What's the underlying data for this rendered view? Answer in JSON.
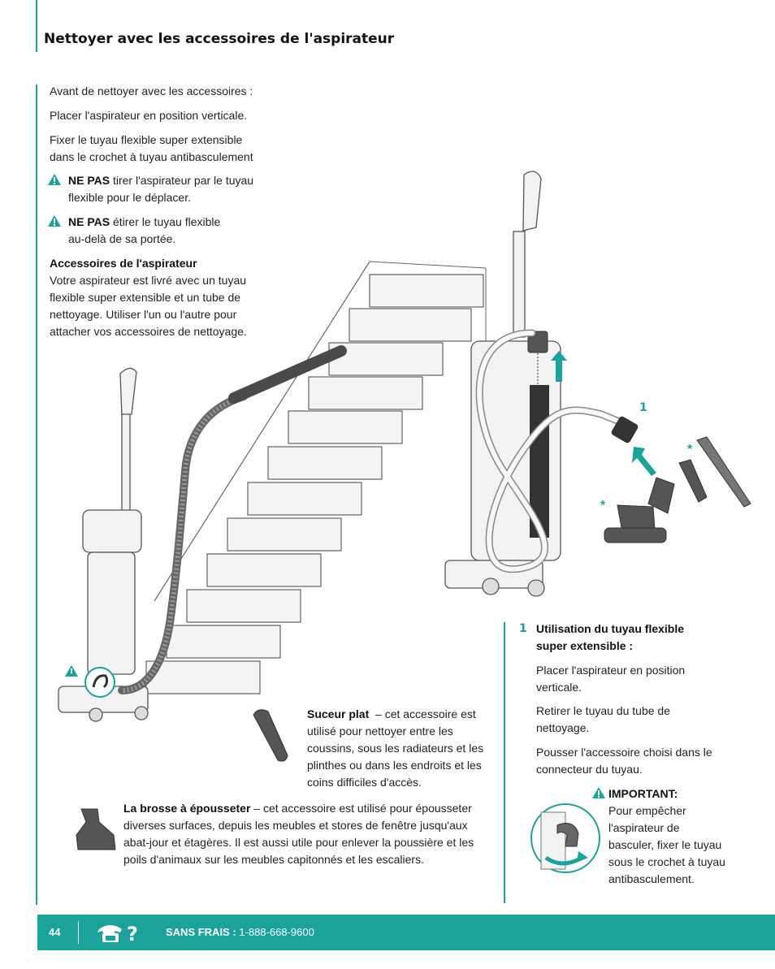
{
  "page": {
    "title": "Nettoyer avec les accessoires de l'aspirateur",
    "intro_1": "Avant de nettoyer avec les accessoires :",
    "intro_2": "Placer l'aspirateur en position verticale.",
    "intro_3_line1": "Fixer le tuyau flexible super extensible",
    "intro_3_line2": "dans le crochet à tuyau antibasculement",
    "warning_1_bold": "NE PAS",
    "warning_1_text": " tirer l'aspirateur par le tuyau",
    "warning_1_line2": "flexible pour le déplacer.",
    "warning_2_bold": "NE PAS",
    "warning_2_text": " étirer le tuyau flexible",
    "warning_2_line2": "au-delà de sa portée.",
    "accessories_heading": "Accessoires de l'aspirateur",
    "accessories_l1": "Votre aspirateur est livré avec un tuyau",
    "accessories_l2": "flexible super extensible et un tube de",
    "accessories_l3": "nettoyage.  Utiliser l'un ou l'autre pour",
    "accessories_l4": "attacher vos accessoires de nettoyage."
  },
  "crevice": {
    "title": "Suceur plat",
    "l1": "– cet accessoire est",
    "l2": "utilisé pour nettoyer entre les",
    "l3": "coussins, sous les radiateurs et les",
    "l4": "plinthes ou dans les endroits et les",
    "l5": "coins difficiles d'accès."
  },
  "dusting": {
    "title": "La brosse à épousseter",
    "l1": "– cet accessoire est utilisé pour épousseter",
    "l2": "diverses surfaces, depuis les meubles et stores de fenêtre jusqu'aux",
    "l3": "abat-jour et étagères. Il est aussi utile pour enlever la poussière et les",
    "l4": "poils d'animaux sur les meubles capitonnés et les escaliers."
  },
  "hose_section": {
    "number": "1",
    "heading_l1": "Utilisation du tuyau flexible",
    "heading_l2": "super extensible :",
    "step1_l1": "Placer l'aspirateur en position",
    "step1_l2": "verticale.",
    "step2_l1": "Retirer le tuyau du tube de",
    "step2_l2": "nettoyage.",
    "step3_l1": "Pousser l'accessoire choisi dans le",
    "step3_l2": "connecteur du tuyau.",
    "important_title": "IMPORTANT:",
    "important_l1": "Pour empêcher",
    "important_l2": "l'aspirateur de",
    "important_l3": "basculer, fixer le tuyau",
    "important_l4": "sous le crochet à tuyau",
    "important_l5": "antibasculement."
  },
  "illustration": {
    "label_1": "1",
    "asterisk_a": "*",
    "asterisk_b": "*"
  },
  "footer": {
    "page_number": "44",
    "phone_label": "SANS FRAIS :",
    "phone_number": " 1-888-668-9600",
    "help_icon": "phone-question-icon"
  },
  "colors": {
    "accent": "#1aa39a",
    "warning": "#1aa39a"
  }
}
